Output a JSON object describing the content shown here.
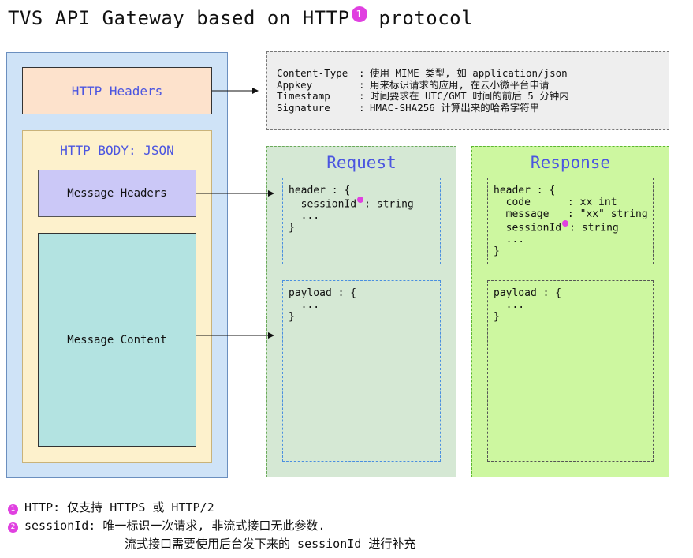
{
  "title": {
    "text": "TVS API Gateway based on HTTP",
    "mark": "1",
    "suffix": "protocol"
  },
  "left": {
    "http_headers": "HTTP Headers",
    "http_body": "HTTP BODY: JSON",
    "message_headers": "Message Headers",
    "message_content": "Message Content"
  },
  "header_notes": [
    {
      "key": "Content-Type",
      "sep": ":",
      "value": "使用 MIME 类型, 如 application/json"
    },
    {
      "key": "Appkey",
      "sep": ":",
      "value": "用来标识请求的应用, 在云小微平台申请"
    },
    {
      "key": "Timestamp",
      "sep": ":",
      "value": "时间要求在 UTC/GMT 时间的前后 5 分钟内"
    },
    {
      "key": "Signature",
      "sep": ":",
      "value": "HMAC-SHA256 计算出来的哈希字符串"
    }
  ],
  "request": {
    "title": "Request",
    "header_open": "header : {",
    "session_key": "sessionId",
    "session_val": ": string",
    "ellipsis": "...",
    "close": "}",
    "payload_open": "payload : {",
    "payload_ellipsis": "...",
    "payload_close": "}"
  },
  "response": {
    "title": "Response",
    "header_open": "header : {",
    "code_line": "code      : xx int",
    "message_line": "message   : \"xx\" string",
    "session_key": "sessionId",
    "session_val": ": string",
    "ellipsis": "...",
    "close": "}",
    "payload_open": "payload : {",
    "payload_ellipsis": "...",
    "payload_close": "}"
  },
  "footnotes": [
    {
      "mark": "1",
      "text": "HTTP: 仅支持 HTTPS 或 HTTP/2"
    },
    {
      "mark": "2",
      "text": "sessionId: 唯一标识一次请求, 非流式接口无此参数."
    },
    {
      "text": "流式接口需要使用后台发下来的 sessionId 进行补充"
    }
  ],
  "colors": {
    "accent_text": "#4b55e0",
    "footnote_mark": "#e040e0"
  }
}
